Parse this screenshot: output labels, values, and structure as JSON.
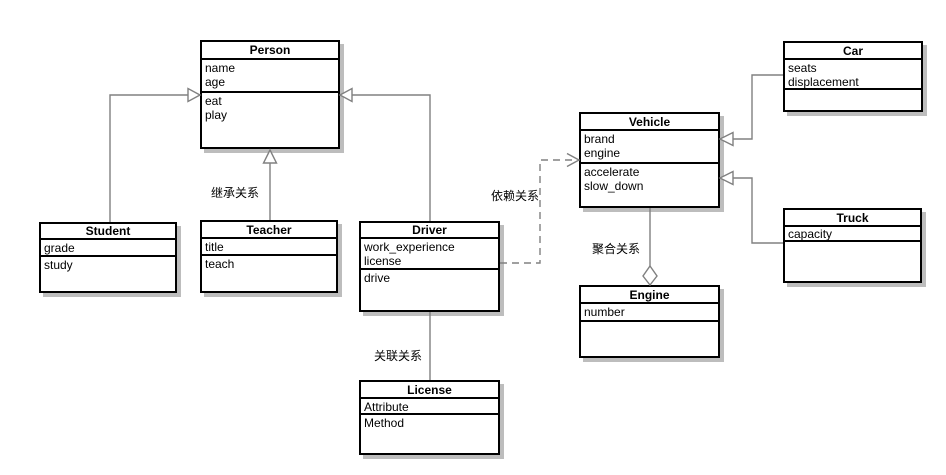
{
  "diagram": {
    "classes": [
      {
        "name": "Person",
        "attributes": [
          "name",
          "age"
        ],
        "methods": [
          "eat",
          "play"
        ]
      },
      {
        "name": "Student",
        "attributes": [
          "grade"
        ],
        "methods": [
          "study"
        ]
      },
      {
        "name": "Teacher",
        "attributes": [
          "title"
        ],
        "methods": [
          "teach"
        ]
      },
      {
        "name": "Driver",
        "attributes": [
          "work_experience",
          "license"
        ],
        "methods": [
          "drive"
        ]
      },
      {
        "name": "Vehicle",
        "attributes": [
          "brand",
          "engine"
        ],
        "methods": [
          "accelerate",
          "slow_down"
        ]
      },
      {
        "name": "Car",
        "attributes": [
          "seats",
          "displacement"
        ],
        "methods": []
      },
      {
        "name": "Truck",
        "attributes": [
          "capacity"
        ],
        "methods": []
      },
      {
        "name": "Engine",
        "attributes": [
          "number"
        ],
        "methods": []
      },
      {
        "name": "License",
        "attributes": [
          "Attribute"
        ],
        "methods": [
          "Method"
        ]
      }
    ],
    "labels": [
      "继承关系",
      "依赖关系",
      "聚合关系",
      "关联关系"
    ],
    "colors": {
      "line": "#808080",
      "border": "#000000",
      "shadow": "#bdbdbd",
      "background": "#ffffff"
    }
  }
}
